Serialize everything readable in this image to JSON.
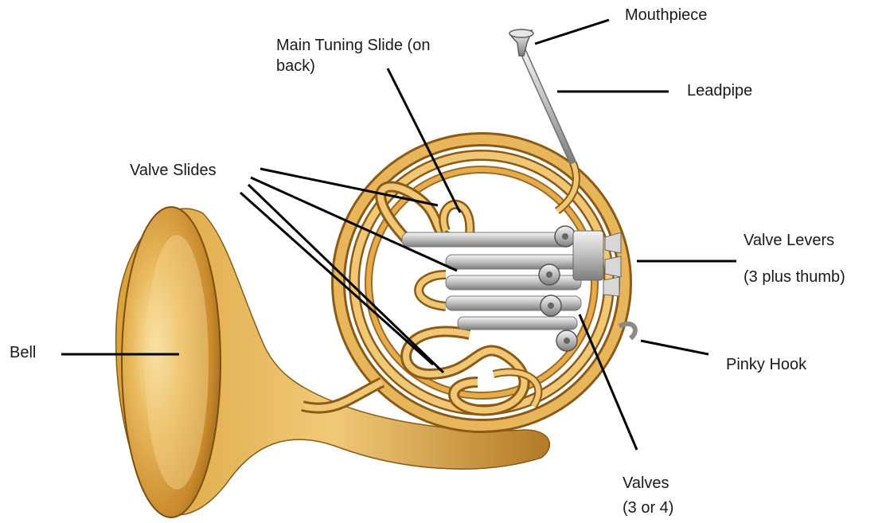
{
  "labels": {
    "mouthpiece": "Mouthpiece",
    "main_tuning_slide_line1": "Main Tuning Slide (on",
    "main_tuning_slide_line2": "back)",
    "leadpipe": "Leadpipe",
    "valve_slides": "Valve Slides",
    "valve_levers_line1": "Valve Levers",
    "valve_levers_line2": "(3 plus thumb)",
    "bell": "Bell",
    "pinky_hook": "Pinky Hook",
    "valves_line1": "Valves",
    "valves_line2": "(3 or 4)"
  },
  "colors": {
    "brass_light": "#f3d27a",
    "brass_mid": "#d9a23a",
    "brass_dark": "#8c5a16",
    "silver": "#c9c9c9",
    "leader_line": "#000000"
  }
}
